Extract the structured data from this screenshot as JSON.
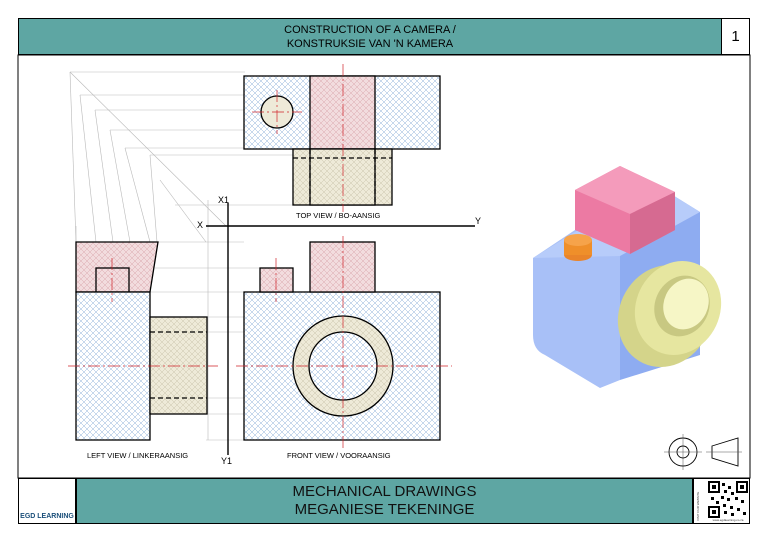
{
  "header": {
    "title_line1": "CONSTRUCTION OF A CAMERA /",
    "title_line2": "KONSTRUKSIE VAN 'N KAMERA",
    "sheet_number": "1"
  },
  "labels": {
    "x1": "X1",
    "y1": "Y1",
    "x": "X",
    "y": "Y",
    "top_view": "TOP VIEW / BO-AANSIG",
    "left_view": "LEFT VIEW / LINKERAANSIG",
    "front_view": "FRONT VIEW / VOORAANSIG"
  },
  "footer": {
    "title_line1": "MECHANICAL DRAWINGS",
    "title_line2": "MEGANIESE TEKENINGE",
    "logo_text": "EGD LEARNING",
    "qr_side_text": "VISIT OUR WEBSITE",
    "qr_url": "www.egdlearning.co.za"
  },
  "colors": {
    "band": "#5ea6a3",
    "hatch_blue": "#8fb2d9",
    "fill_pink": "#f2dcde",
    "fill_cream": "#eeead8",
    "centerline": "#d0232a",
    "iso_body": "#9db8f5",
    "iso_top_block": "#ef80a7",
    "iso_lens": "#e7e7a0",
    "iso_button": "#ef8f2a"
  },
  "icons": [
    "first-angle-projection-symbol",
    "egd-compass-logo",
    "qr-code"
  ]
}
